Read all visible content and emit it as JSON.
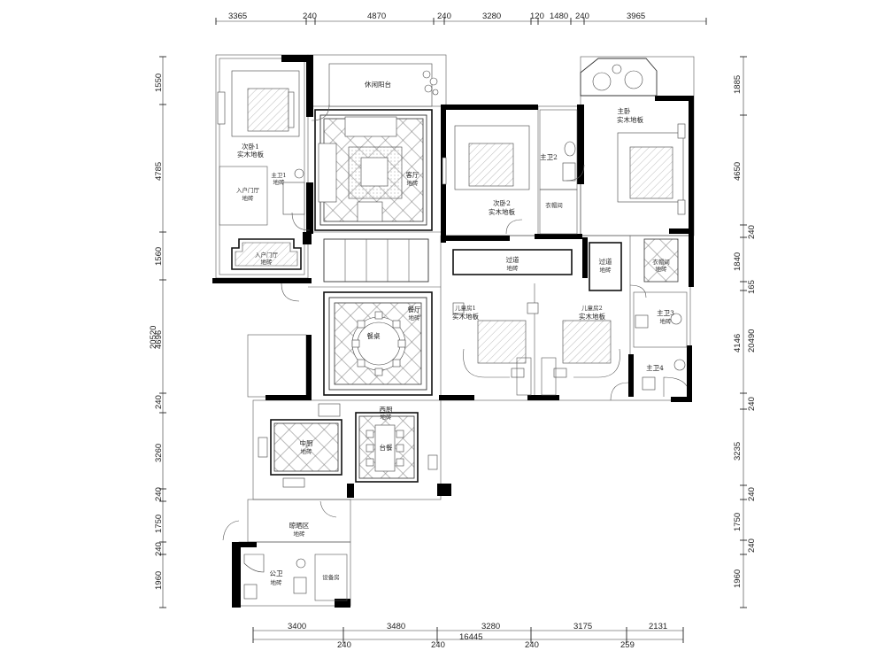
{
  "dims": {
    "top": [
      "3365",
      "240",
      "4870",
      "240",
      "3280",
      "120",
      "1480",
      "240",
      "3965"
    ],
    "bottom_upper": [
      "3400",
      "3480",
      "3280",
      "3175",
      "2131"
    ],
    "bottom_lower": [
      "240",
      "240",
      "16445",
      "240",
      "259"
    ],
    "left": [
      "1550",
      "4785",
      "1560",
      "20520",
      "4696",
      "240",
      "3260",
      "240",
      "1750",
      "240",
      "1960"
    ],
    "right": [
      "1885",
      "4650",
      "240",
      "1840",
      "165",
      "20490",
      "4146",
      "240",
      "3235",
      "240",
      "1750",
      "240",
      "1960"
    ]
  },
  "rooms": {
    "bedroom2": {
      "name": "次卧1",
      "floor": "实木地板"
    },
    "leisure_balcony": {
      "name": "休闲阳台"
    },
    "living": {
      "name": "客厅",
      "floor": "地砖"
    },
    "bedroom3": {
      "name": "次卧2",
      "floor": "实木地板"
    },
    "bath2": {
      "name": "主卫2"
    },
    "closet_master": {
      "name": "衣帽间"
    },
    "master": {
      "name": "主卧",
      "floor": "实木地板"
    },
    "bath1": {
      "name": "主卫1",
      "floor": "地砖"
    },
    "entry_hall1": {
      "name": "入户门厅",
      "floor": "地砖"
    },
    "entry_hall2": {
      "name": "入户门厅",
      "floor": "地砖"
    },
    "corridor1": {
      "name": "过道",
      "floor": "地砖"
    },
    "corridor2": {
      "name": "过道",
      "floor": "地砖"
    },
    "closet2": {
      "name": "衣帽间",
      "floor": "地砖"
    },
    "dining": {
      "name": "餐厅",
      "floor": "地砖"
    },
    "dining_table": {
      "name": "餐桌"
    },
    "kid1": {
      "name": "儿童房1",
      "floor": "实木地板"
    },
    "kid2": {
      "name": "儿童房2",
      "floor": "实木地板"
    },
    "bath3": {
      "name": "主卫3",
      "floor": "地砖"
    },
    "bath4": {
      "name": "主卫4"
    },
    "kitchen_cn": {
      "name": "中厨",
      "floor": "地砖"
    },
    "kitchen_west": {
      "name": "西厨",
      "floor": "地砖"
    },
    "west_table": {
      "name": "台餐"
    },
    "drying": {
      "name": "晾晒区",
      "floor": "地砖"
    },
    "public_bath": {
      "name": "公卫",
      "floor": "地砖"
    },
    "equipment": {
      "name": "设备房"
    }
  }
}
